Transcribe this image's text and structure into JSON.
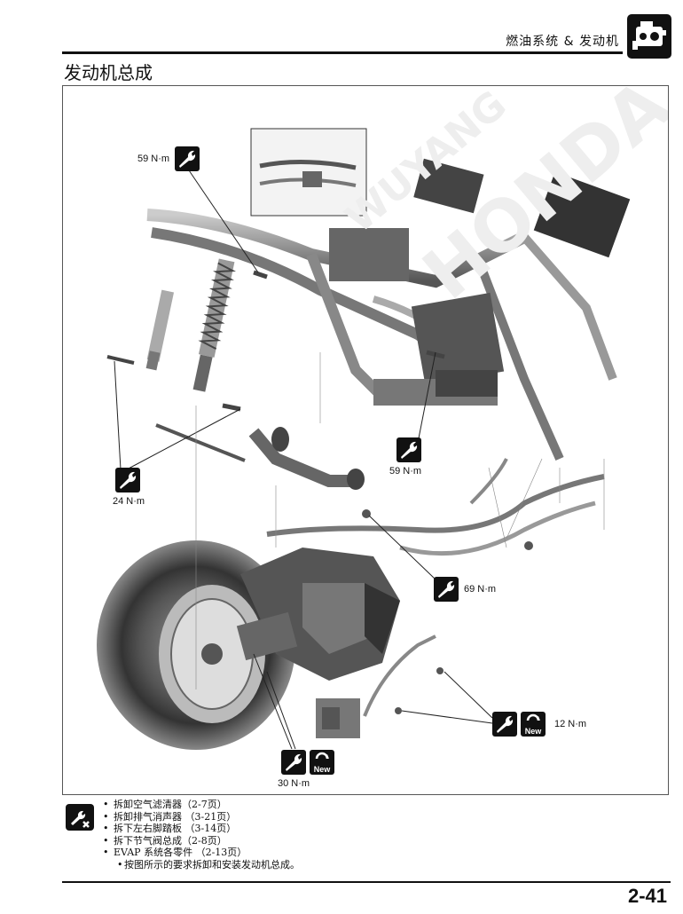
{
  "header": {
    "section_title": "燃油系统 & 发动机"
  },
  "page": {
    "heading": "发动机总成",
    "number": "2-41"
  },
  "watermark": {
    "line1": "WUYANG",
    "line2": "HONDA"
  },
  "torque_labels": {
    "t1": "59 N·m",
    "t2": "59 N·m",
    "t3": "24 N·m",
    "t4": "69 N·m",
    "t5": "12 N·m",
    "t6": "30 N·m"
  },
  "badges": {
    "new_label": "New"
  },
  "notes": {
    "items": [
      "拆卸空气滤清器（2-7页）",
      "拆卸排气消声器 （3-21页）",
      "拆下左右脚踏板 （3-14页）",
      "拆下节气阀总成（2-8页）",
      "EVAP 系统各零件 （2-13页）"
    ],
    "sub": "按图所示的要求拆卸和安装发动机总成。"
  }
}
